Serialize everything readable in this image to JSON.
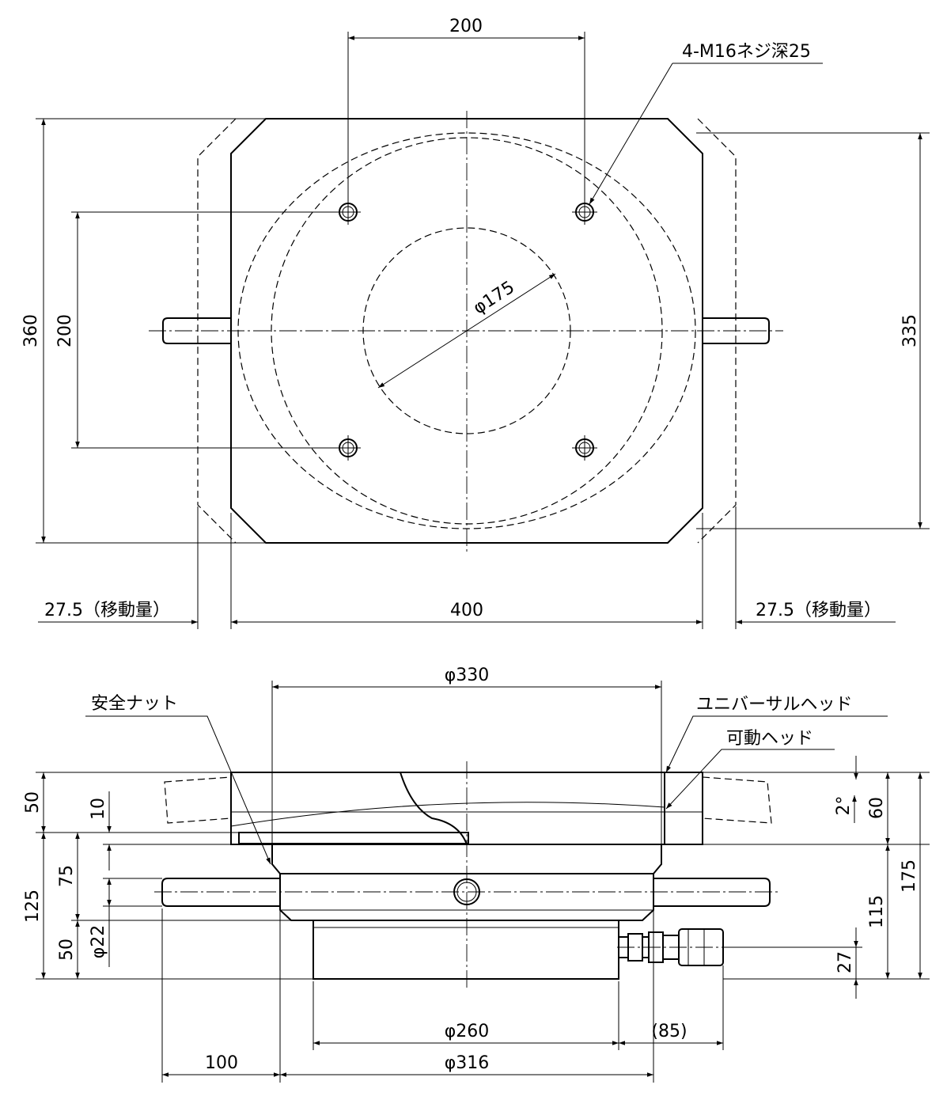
{
  "top_view": {
    "dims": {
      "hole_spacing_x": "200",
      "hole_spacing_y": "200",
      "overall_height": "360",
      "plate_height": "335",
      "base_width": "400",
      "travel_left": "27.5（移動量）",
      "travel_right": "27.5（移動量）",
      "inner_diameter": "φ175"
    },
    "labels": {
      "thread_holes": "4-M16ネジ深25"
    }
  },
  "side_view": {
    "dims": {
      "top_diameter": "φ330",
      "height_50_top": "50",
      "height_10": "10",
      "height_75": "75",
      "height_125": "125",
      "height_50_bottom": "50",
      "pin_diameter": "φ22",
      "angle": "2°",
      "height_60": "60",
      "height_175": "175",
      "height_115": "115",
      "height_27": "27",
      "base_diameter": "φ260",
      "connector_length": "(85)",
      "handle_length": "100",
      "body_diameter": "φ316"
    },
    "labels": {
      "safety_nut": "安全ナット",
      "universal_head": "ユニバーサルヘッド",
      "movable_head": "可動ヘッド"
    }
  }
}
